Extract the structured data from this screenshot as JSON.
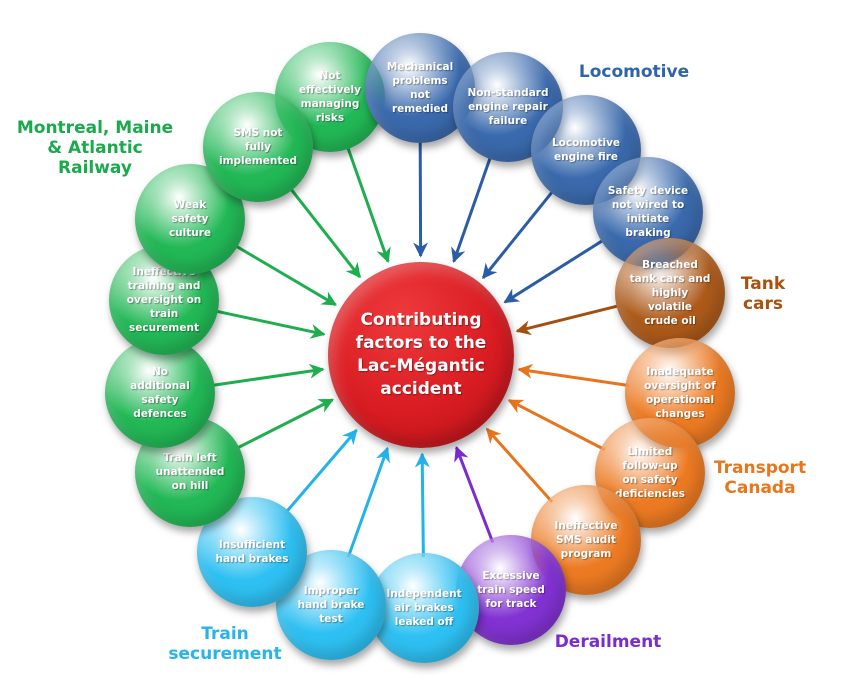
{
  "center": {
    "label": "Contributing\nfactors to the\nLac-Mégantic\naccident",
    "color": "#d81c22"
  },
  "groups": [
    {
      "id": "locomotive",
      "label": "Locomotive",
      "color": "#2f64ab"
    },
    {
      "id": "tank_cars",
      "label": "Tank\ncars",
      "color": "#a8520f"
    },
    {
      "id": "transport_canada",
      "label": "Transport\nCanada",
      "color": "#e9761c"
    },
    {
      "id": "derailment",
      "label": "Derailment",
      "color": "#7a2ccf"
    },
    {
      "id": "train_securement",
      "label": "Train\nsecurement",
      "color": "#27b4ec"
    },
    {
      "id": "mma",
      "label": "Montreal, Maine\n& Atlantic\nRailway",
      "color": "#1aaa4c"
    }
  ],
  "factors": [
    {
      "label": "Not\neffectively\nmanaging risks",
      "group": "mma",
      "color": "#22b856"
    },
    {
      "label": "Mechanical\nproblems\nnot\nremedied",
      "group": "locomotive",
      "color": "#3a6aad"
    },
    {
      "label": "Non-standard\nengine repair\nfailure",
      "group": "locomotive",
      "color": "#3a6aad"
    },
    {
      "label": "Locomotive\nengine fire",
      "group": "locomotive",
      "color": "#3a6aad"
    },
    {
      "label": "Safety device\nnot wired to\ninitiate braking",
      "group": "locomotive",
      "color": "#3a6aad"
    },
    {
      "label": "Breached\ntank cars and\nhighly volatile\ncrude oil",
      "group": "tank_cars",
      "color": "#ad5a1a"
    },
    {
      "label": "Inadequate\noversight of\noperational\nchanges",
      "group": "transport_canada",
      "color": "#ec7a22"
    },
    {
      "label": "Limited\nfollow-up\non safety\ndeficiencies",
      "group": "transport_canada",
      "color": "#ec7a22"
    },
    {
      "label": "Ineffective\nSMS audit\nprogram",
      "group": "transport_canada",
      "color": "#ec7a22"
    },
    {
      "label": "Excessive\ntrain speed\nfor track",
      "group": "derailment",
      "color": "#8232d2"
    },
    {
      "label": "Independent\nair brakes\nleaked off",
      "group": "train_securement",
      "color": "#2ec0f2"
    },
    {
      "label": "Improper\nhand brake\ntest",
      "group": "train_securement",
      "color": "#2ec0f2"
    },
    {
      "label": "Insufficient\nhand brakes",
      "group": "train_securement",
      "color": "#2ec0f2"
    },
    {
      "label": "Train left\nunattended\non hill",
      "group": "mma",
      "color": "#22b856"
    },
    {
      "label": "No\nadditional\nsafety\ndefences",
      "group": "mma",
      "color": "#22b856"
    },
    {
      "label": "Ineffective\ntraining and\noversight on train\nsecurement",
      "group": "mma",
      "color": "#22b856"
    },
    {
      "label": "Weak\nsafety culture",
      "group": "mma",
      "color": "#22b856"
    },
    {
      "label": "SMS not\nfully\nimplemented",
      "group": "mma",
      "color": "#22b856"
    }
  ],
  "arrow_colors": {
    "mma": "#1fae4e",
    "locomotive": "#2a5da6",
    "tank_cars": "#a34f10",
    "transport_canada": "#e8741c",
    "derailment": "#7a2ccf",
    "train_securement": "#22b2ec"
  }
}
